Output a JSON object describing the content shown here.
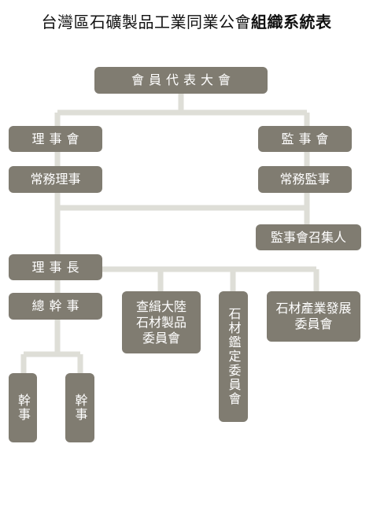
{
  "title": {
    "prefix": "台灣區石礦製品工業同業公會",
    "emphasis": "組織系統表"
  },
  "nodes": {
    "assembly": "會員代表大會",
    "board": "理事會",
    "supervisors": "監事會",
    "standing_directors": "常務理事",
    "standing_supervisors": "常務監事",
    "supervisor_convener": "監事會召集人",
    "chairman": "理事長",
    "secretary_general": "總幹事",
    "officer_1": "幹事",
    "officer_2": "幹事",
    "committee_inspection": "查緝大陸\n石材製品\n委員會",
    "committee_appraisal": "石材鑑定委員會",
    "committee_development": "石材產業發展\n委員會"
  },
  "colors": {
    "box": "#807c71",
    "connector": "#deded7",
    "box_text": "#ffffff",
    "title_text": "#111111"
  }
}
